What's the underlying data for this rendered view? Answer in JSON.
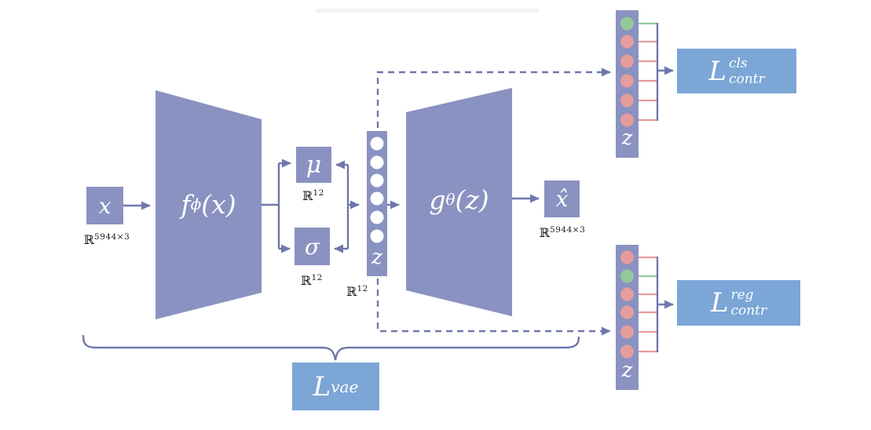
{
  "colors": {
    "shape": "#8a92c1",
    "loss_box": "#7ba6d6",
    "line": "#6f78ac",
    "green": "#92c998",
    "pink": "#e59c9c",
    "white_circle": "#ffffff",
    "text_white": "#ffffff",
    "text_black": "#1c1c1c"
  },
  "nodes": {
    "input": {
      "label": "x",
      "dim_set": "ℝ",
      "dim_exp": "5944×3"
    },
    "encoder": {
      "fn": "f",
      "fn_sub": "ϕ",
      "fn_arg": "(x)"
    },
    "mu": {
      "label": "μ",
      "dim_set": "ℝ",
      "dim_exp": "12"
    },
    "sigma": {
      "label": "σ",
      "dim_set": "ℝ",
      "dim_exp": "12"
    },
    "latent": {
      "label": "z",
      "dim_set": "ℝ",
      "dim_exp": "12",
      "circle_count": 6
    },
    "decoder": {
      "fn": "g",
      "fn_sub": "θ",
      "fn_arg": "(z)"
    },
    "output": {
      "label": "x̂",
      "dim_set": "ℝ",
      "dim_exp": "5944×3"
    },
    "cls_embedding": {
      "label": "z",
      "circle_fills": [
        "#92c998",
        "#e59c9c",
        "#e59c9c",
        "#e59c9c",
        "#e59c9c",
        "#e59c9c"
      ]
    },
    "reg_embedding": {
      "label": "z",
      "circle_fills": [
        "#e59c9c",
        "#92c998",
        "#e59c9c",
        "#e59c9c",
        "#e59c9c",
        "#e59c9c"
      ]
    }
  },
  "losses": {
    "contrastive_cls": {
      "base": "L",
      "sup": "cls",
      "sub": "contr"
    },
    "contrastive_reg": {
      "base": "L",
      "sup": "reg",
      "sub": "contr"
    },
    "vae": {
      "base": "L",
      "sub": "vae"
    }
  }
}
